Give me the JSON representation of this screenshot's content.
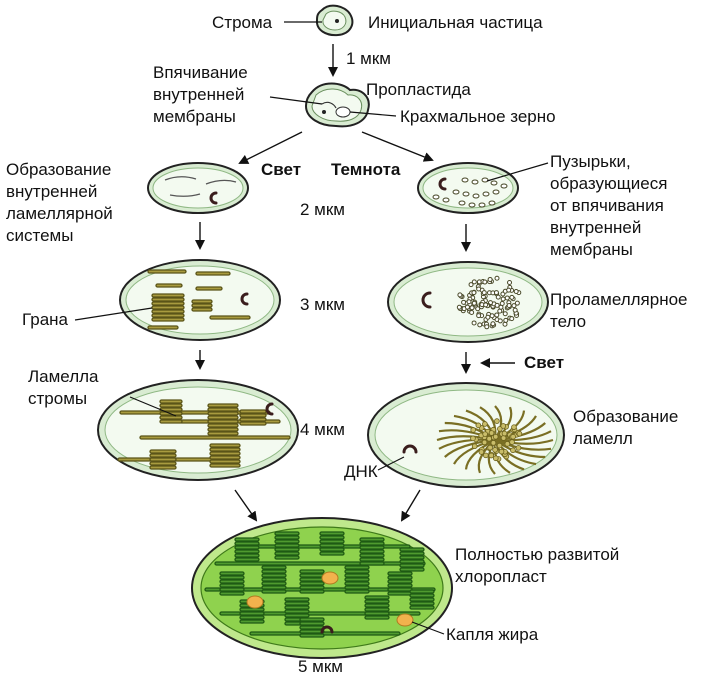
{
  "labels": {
    "stroma": "Строма",
    "initial_particle": "Инициальная частица",
    "size_1": "1 мкм",
    "invagination": [
      "Впячивание",
      "внутренней",
      "мембраны"
    ],
    "proplastid": "Пропластида",
    "starch_grain": "Крахмальное зерно",
    "light": "Свет",
    "dark": "Темнота",
    "inner_lamellar_formation": [
      "Образование",
      "внутренней",
      "ламеллярной",
      "системы"
    ],
    "vesicles": [
      "Пузырьки,",
      "образующиеся",
      "от впячивания",
      "внутренней",
      "мембраны"
    ],
    "size_2": "2 мкм",
    "grana": "Грана",
    "size_3": "3 мкм",
    "prolamellar_body": [
      "Проламеллярное",
      "тело"
    ],
    "light_2": "Свет",
    "stroma_lamella": [
      "Ламелла",
      "стромы"
    ],
    "size_4": "4 мкм",
    "lamellae_formation": [
      "Образование",
      "ламелл"
    ],
    "dna": "ДНК",
    "mature_chloroplast": [
      "Полностью развитой",
      "хлоропласт"
    ],
    "oil_drop": "Капля жира",
    "size_5": "5 мкм"
  },
  "colors": {
    "membrane_fill": "#d9ecd2",
    "outer_membrane": "#222222",
    "inner_ring": "#b9dcae",
    "lamella_olive": "#a89b3f",
    "mature_fill": "#8fd24e",
    "mature_rim": "#bfe88c",
    "thylakoid_green": "#4f9a2f",
    "oil_drop": "#f2b24d",
    "dna": "#3a1d1d"
  }
}
